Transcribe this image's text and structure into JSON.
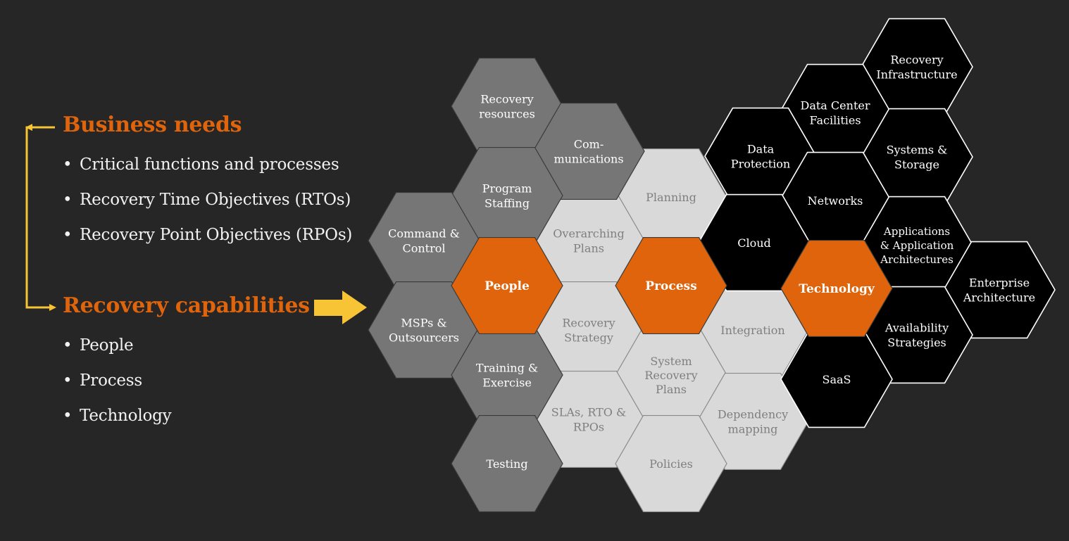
{
  "business_needs": {
    "heading": "Business needs",
    "items": [
      "Critical functions and processes",
      "Recovery Time Objectives (RTOs)",
      "Recovery Point Objectives (RPOs)"
    ]
  },
  "recovery_capabilities": {
    "heading": "Recovery capabilities",
    "items": [
      "People",
      "Process",
      "Technology"
    ]
  },
  "colors": {
    "accent": "#E0640B",
    "arrow": "#F7C436",
    "people_hex": "#767676",
    "process_hex": "#D9D9D9",
    "technology_hex": "#000000",
    "background": "#262626"
  },
  "hexagons": [
    {
      "name": "people",
      "group": "core",
      "lines": [
        "People"
      ]
    },
    {
      "name": "process",
      "group": "core",
      "lines": [
        "Process"
      ]
    },
    {
      "name": "technology",
      "group": "core",
      "lines": [
        "Technology"
      ]
    },
    {
      "name": "recovery-resources",
      "group": "people",
      "lines": [
        "Recovery",
        "resources"
      ]
    },
    {
      "name": "communications",
      "group": "people",
      "lines": [
        "Com-",
        "munications"
      ]
    },
    {
      "name": "program-staffing",
      "group": "people",
      "lines": [
        "Program",
        "Staffing"
      ]
    },
    {
      "name": "command-control",
      "group": "people",
      "lines": [
        "Command &",
        "Control"
      ]
    },
    {
      "name": "msps-outsourcers",
      "group": "people",
      "lines": [
        "MSPs &",
        "Outsourcers"
      ]
    },
    {
      "name": "training-exercise",
      "group": "people",
      "lines": [
        "Training &",
        "Exercise"
      ]
    },
    {
      "name": "testing",
      "group": "people",
      "lines": [
        "Testing"
      ]
    },
    {
      "name": "planning",
      "group": "process",
      "lines": [
        "Planning"
      ]
    },
    {
      "name": "overarching-plans",
      "group": "process",
      "lines": [
        "Overarching",
        "Plans"
      ]
    },
    {
      "name": "recovery-strategy",
      "group": "process",
      "lines": [
        "Recovery",
        "Strategy"
      ]
    },
    {
      "name": "integration",
      "group": "process",
      "lines": [
        "Integration"
      ]
    },
    {
      "name": "system-recovery-plans",
      "group": "process",
      "lines": [
        "System",
        "Recovery",
        "Plans"
      ]
    },
    {
      "name": "slas-rto-rpos",
      "group": "process",
      "lines": [
        "SLAs, RTO &",
        "RPOs"
      ]
    },
    {
      "name": "dependency-mapping",
      "group": "process",
      "lines": [
        "Dependency",
        "mapping"
      ]
    },
    {
      "name": "policies",
      "group": "process",
      "lines": [
        "Policies"
      ]
    },
    {
      "name": "recovery-infrastructure",
      "group": "technology",
      "lines": [
        "Recovery",
        "Infrastructure"
      ]
    },
    {
      "name": "data-center-facilities",
      "group": "technology",
      "lines": [
        "Data Center",
        "Facilities"
      ]
    },
    {
      "name": "data-protection",
      "group": "technology",
      "lines": [
        "Data",
        "Protection"
      ]
    },
    {
      "name": "systems-storage",
      "group": "technology",
      "lines": [
        "Systems &",
        "Storage"
      ]
    },
    {
      "name": "networks",
      "group": "technology",
      "lines": [
        "Networks"
      ]
    },
    {
      "name": "cloud",
      "group": "technology",
      "lines": [
        "Cloud"
      ]
    },
    {
      "name": "applications-architectures",
      "group": "technology",
      "lines": [
        "Applications",
        "& Application",
        "Architectures"
      ]
    },
    {
      "name": "enterprise-architecture",
      "group": "technology",
      "lines": [
        "Enterprise",
        "Architecture"
      ]
    },
    {
      "name": "availability-strategies",
      "group": "technology",
      "lines": [
        "Availability",
        "Strategies"
      ]
    },
    {
      "name": "saas",
      "group": "technology",
      "lines": [
        "SaaS"
      ]
    }
  ]
}
